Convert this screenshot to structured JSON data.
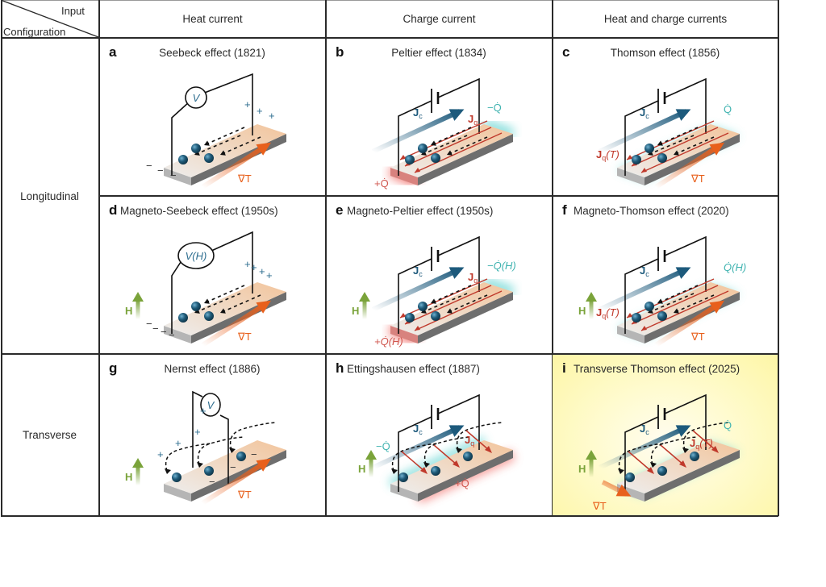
{
  "header": {
    "corner_input": "Input",
    "corner_configuration": "Configuration",
    "columns": [
      "Heat current",
      "Charge current",
      "Heat and charge currents"
    ]
  },
  "rows": [
    "Longitudinal",
    "Transverse"
  ],
  "cells": [
    {
      "letter": "a",
      "title": "Seebeck effect (1821)",
      "kind": "seebeck",
      "meter": "V",
      "grad": "∇T",
      "field": false
    },
    {
      "letter": "b",
      "title": "Peltier effect (1834)",
      "kind": "peltier",
      "jc": "J",
      "jc_sub": "c",
      "jq": "J",
      "jq_sub": "q",
      "q_minus": "−Q̇",
      "q_plus": "+Q̇",
      "field": false
    },
    {
      "letter": "c",
      "title": "Thomson effect (1856)",
      "kind": "thomson",
      "jc": "J",
      "jc_sub": "c",
      "jq": "J",
      "jq_sub": "q",
      "jq_arg": "(T)",
      "q": "Q̇",
      "grad": "∇T",
      "field": false
    },
    {
      "letter": "d",
      "title": "Magneto-Seebeck effect (1950s)",
      "kind": "seebeck",
      "meter": "V(H)",
      "grad": "∇T",
      "field": true,
      "h": "H"
    },
    {
      "letter": "e",
      "title": "Magneto-Peltier effect (1950s)",
      "kind": "peltier",
      "jc": "J",
      "jc_sub": "c",
      "jq": "J",
      "jq_sub": "q",
      "q_minus": "−Q̇(H)",
      "q_plus": "+Q̇(H)",
      "field": true,
      "h": "H"
    },
    {
      "letter": "f",
      "title": "Magneto-Thomson effect (2020)",
      "kind": "thomson",
      "jc": "J",
      "jc_sub": "c",
      "jq": "J",
      "jq_sub": "q",
      "jq_arg": "(T)",
      "q": "Q̇(H)",
      "grad": "∇T",
      "field": true,
      "h": "H"
    },
    {
      "letter": "g",
      "title": "Nernst effect (1886)",
      "kind": "nernst",
      "meter": "V",
      "grad": "∇T",
      "field": true,
      "h": "H"
    },
    {
      "letter": "h",
      "title": "Ettingshausen effect (1887)",
      "kind": "ettingshausen",
      "jc": "J",
      "jc_sub": "c",
      "jq": "J",
      "jq_sub": "q",
      "q_minus": "−Q̇",
      "q_plus": "+Q̇",
      "field": true,
      "h": "H"
    },
    {
      "letter": "i",
      "title": "Transverse Thomson effect (2025)",
      "kind": "tthomson",
      "jc": "J",
      "jc_sub": "c",
      "jq": "J",
      "jq_sub": "q",
      "jq_arg": "(T)",
      "q": "Q̇",
      "grad": "∇T",
      "field": true,
      "h": "H",
      "highlight": true
    }
  ],
  "colors": {
    "grid": "#2a2a2a",
    "electron": "#1f5a78",
    "charge_current": "#1d5a7c",
    "heat_current": "#c0392b",
    "gradient_arrow": "#e8601c",
    "field_arrow": "#7aa33a",
    "cool_glow": "#5fd3d0",
    "hot_glow": "#f0605a",
    "highlight_bg": "#fdf6a6",
    "slab_hot": "#f2c49b",
    "slab_cold": "#eeeeee"
  }
}
